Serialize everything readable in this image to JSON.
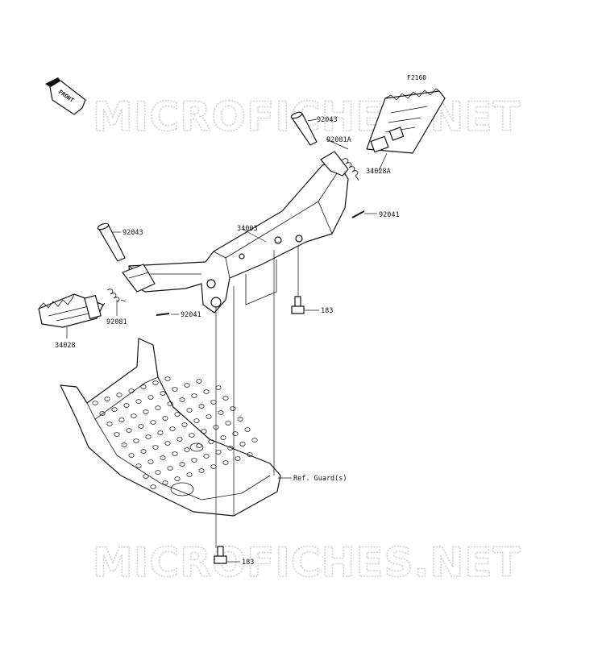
{
  "figure_code": "F2160",
  "front_badge": "FRONT",
  "watermark": "MICROFICHES.NET",
  "labels": {
    "pin_right": "92043",
    "spring_right": "92081A",
    "peg_right": "34028A",
    "cotter_right": "92041",
    "bracket": "34003",
    "pin_left": "92043",
    "spring_left": "92081",
    "peg_left": "34028",
    "cotter_left": "92041",
    "bolt_upper": "183",
    "guard_ref": "Ref. Guard(s)",
    "bolt_lower": "183"
  }
}
